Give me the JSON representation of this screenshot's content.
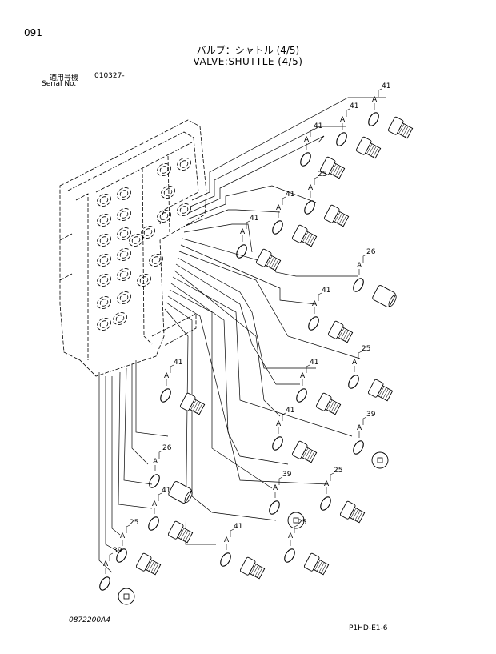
{
  "header": {
    "page_number": "091",
    "title_jp": "バルブ：シャトル (4/5)",
    "title_en": "VALVE:SHUTTLE (4/5)",
    "serial_label_jp": "適用号機",
    "serial_range": "010327-",
    "serial_label_en": "Serial No."
  },
  "footer": {
    "drawing_number": "0872200A4",
    "reference_code": "P1HD-E1-6"
  },
  "callouts": {
    "oring_marker": "A",
    "fittings": [
      "41",
      "41",
      "41",
      "25",
      "41",
      "41",
      "26",
      "41",
      "25",
      "41",
      "41",
      "39",
      "41",
      "26",
      "41",
      "39",
      "25",
      "25",
      "41",
      "25",
      "39"
    ]
  }
}
